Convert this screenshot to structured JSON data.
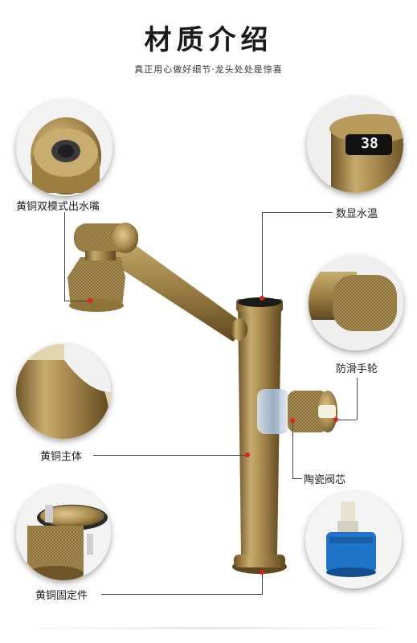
{
  "header": {
    "title": "材质介绍",
    "subtitle": "真正用心做好细节·龙头处处是惊喜"
  },
  "features": {
    "aerator": "黄铜双模式出水嘴",
    "display": "数显水温",
    "knob": "防滑手轮",
    "body": "黄铜主体",
    "cartridge": "陶瓷阀芯",
    "fixing": "黄铜固定件"
  },
  "display_reading": "38",
  "colors": {
    "brass": "#a98a4e",
    "brass_dark": "#6e5528",
    "brass_light": "#d3b97c",
    "accent_dot": "#e02020",
    "cartridge_blue": "#1f73c9"
  }
}
